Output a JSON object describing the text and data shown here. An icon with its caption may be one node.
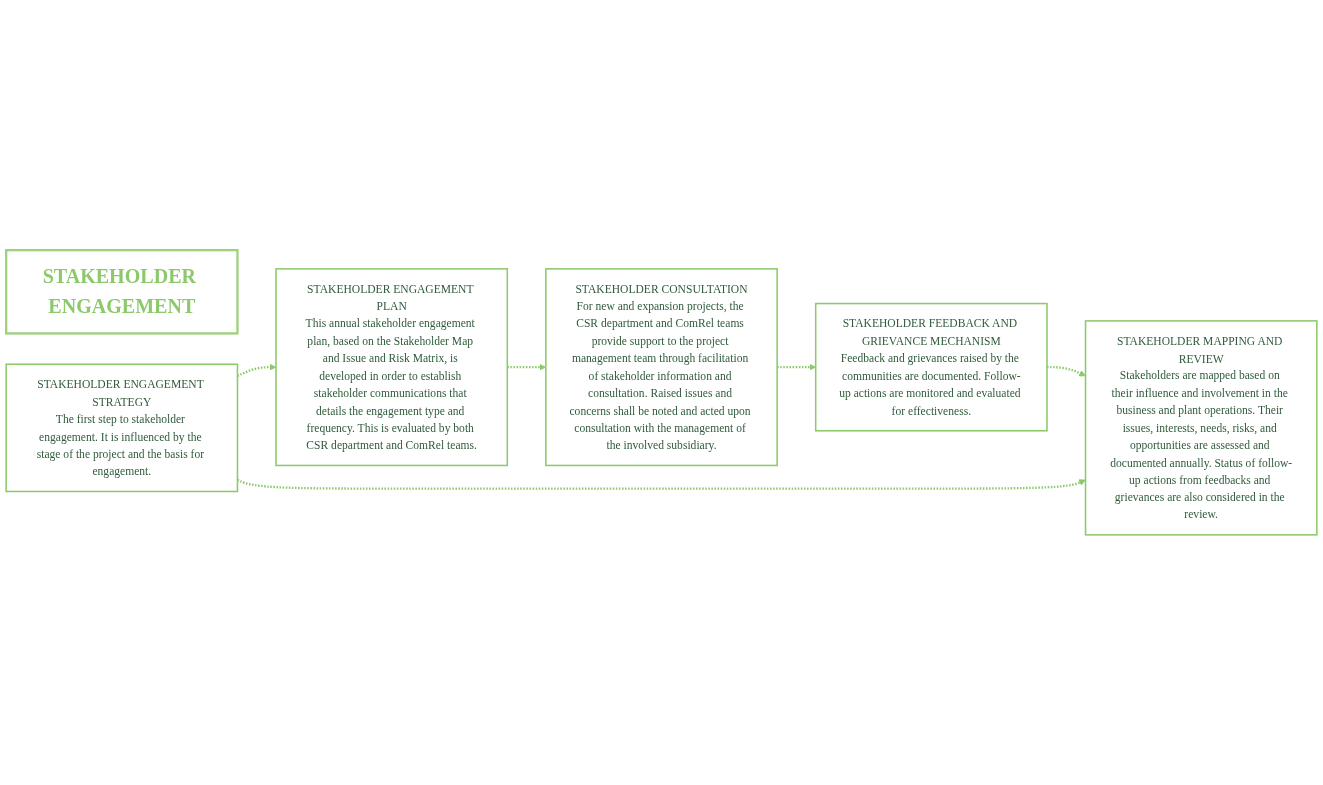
{
  "diagram": {
    "nodes": [
      {
        "text": [
          "STAKEHOLDER ENGAGEMENT"
        ]
      },
      {
        "text": [
          "STAKEHOLDER ENGAGEMENT STRATEGY",
          "The first step to stakeholder engagement. It is influenced by the stage of the project and the basis for engagement."
        ]
      },
      {
        "text": [
          "STAKEHOLDER ENGAGEMENT PLAN",
          "This annual stakeholder engagement plan, based on the Stakeholder Map and Issue and Risk Matrix, is developed in order to establish stakeholder communications that details the engagement type and frequency. This is evaluated by both CSR department and ComRel teams."
        ]
      },
      {
        "text": [
          "STAKEHOLDER MAPPING AND REVIEW",
          "Stakeholders are mapped based on their influence and involvement in the business and plant operations. Their issues, interests, needs, risks, and opportunities are assessed and documented annually. Status of follow-up actions from feedbacks and grievances are also considered in the review."
        ]
      },
      {
        "text": [
          "STAKEHOLDER FEEDBACK AND GRIEVANCE MECHANISM",
          "Feedback and grievances raised by the communities are documented. Follow-up actions are monitored and evaluated for effectiveness."
        ]
      },
      {
        "text": [
          "STAKEHOLDER CONSULTATION",
          "For new and expansion projects, the CSR department and ComRel teams provide support to the project management team through facilitation of stakeholder information and consultation. Raised issues and concerns shall be noted and acted upon consultation with the management of the involved subsidiary."
        ]
      }
    ],
    "edges": [
      {
        "from": 1,
        "to": 2,
        "arrow": "to",
        "style": "dashed"
      },
      {
        "from": 2,
        "to": 5,
        "arrow": "to",
        "style": "dashed"
      },
      {
        "from": 5,
        "to": 4,
        "arrow": "to",
        "style": "dashed"
      },
      {
        "from": 4,
        "to": 3,
        "arrow": "to",
        "style": "dashed"
      },
      {
        "from": 1,
        "to": 3,
        "arrow": "to",
        "style": "dashed"
      }
    ]
  }
}
